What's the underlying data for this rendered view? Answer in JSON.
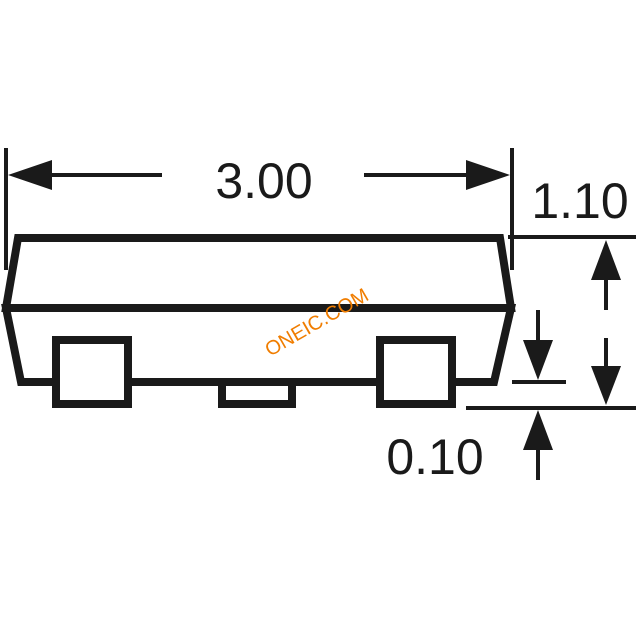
{
  "dimensions": {
    "width": "3.00",
    "height": "1.10",
    "standoff": "0.10"
  },
  "watermark": {
    "text": "ONEIC.COM",
    "color": "#f07d00"
  },
  "colors": {
    "line": "#1a1a1a",
    "background": "#ffffff"
  }
}
